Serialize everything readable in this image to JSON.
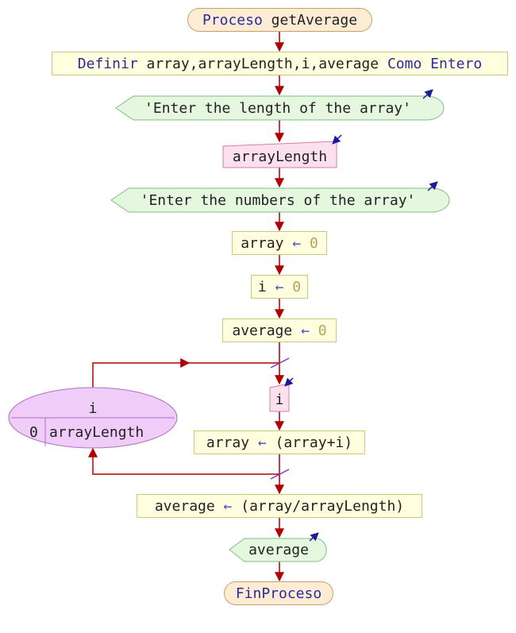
{
  "start": {
    "keyword": "Proceso",
    "name": "getAverage"
  },
  "define": {
    "keyword": "Definir",
    "vars": "array,arrayLength,i,average",
    "keyword2": "Como",
    "type": "Entero"
  },
  "output1": {
    "text": "'Enter the length of the array'"
  },
  "input1": {
    "var": "arrayLength"
  },
  "output2": {
    "text": "'Enter the numbers of the array'"
  },
  "assign1": {
    "target": "array",
    "arrow": "←",
    "value": "0"
  },
  "assign2": {
    "target": "i",
    "arrow": "←",
    "value": "0"
  },
  "assign3": {
    "target": "average",
    "arrow": "←",
    "value": "0"
  },
  "loop": {
    "var": "i",
    "start": "0",
    "end": "arrayLength"
  },
  "input2": {
    "var": "i"
  },
  "assign4": {
    "target": "array",
    "arrow": "←",
    "expr": "(array+i)"
  },
  "assign5": {
    "target": "average",
    "arrow": "←",
    "expr": "(array/arrayLength)"
  },
  "output3": {
    "text": "average"
  },
  "end": {
    "keyword": "FinProceso"
  },
  "colors": {
    "wire": "#b00000",
    "terminal_fill": "#fdecd4",
    "process_fill": "#ffffe0",
    "output_fill": "#e6f7e0",
    "input_fill": "#fde0ee",
    "loop_fill": "#f0ccf8",
    "keyword": "#2b2b9c",
    "string": "#b22222",
    "number": "#b8a060",
    "io_arrow": "#1a1a9a",
    "loop_tick": "#8a30c0"
  }
}
